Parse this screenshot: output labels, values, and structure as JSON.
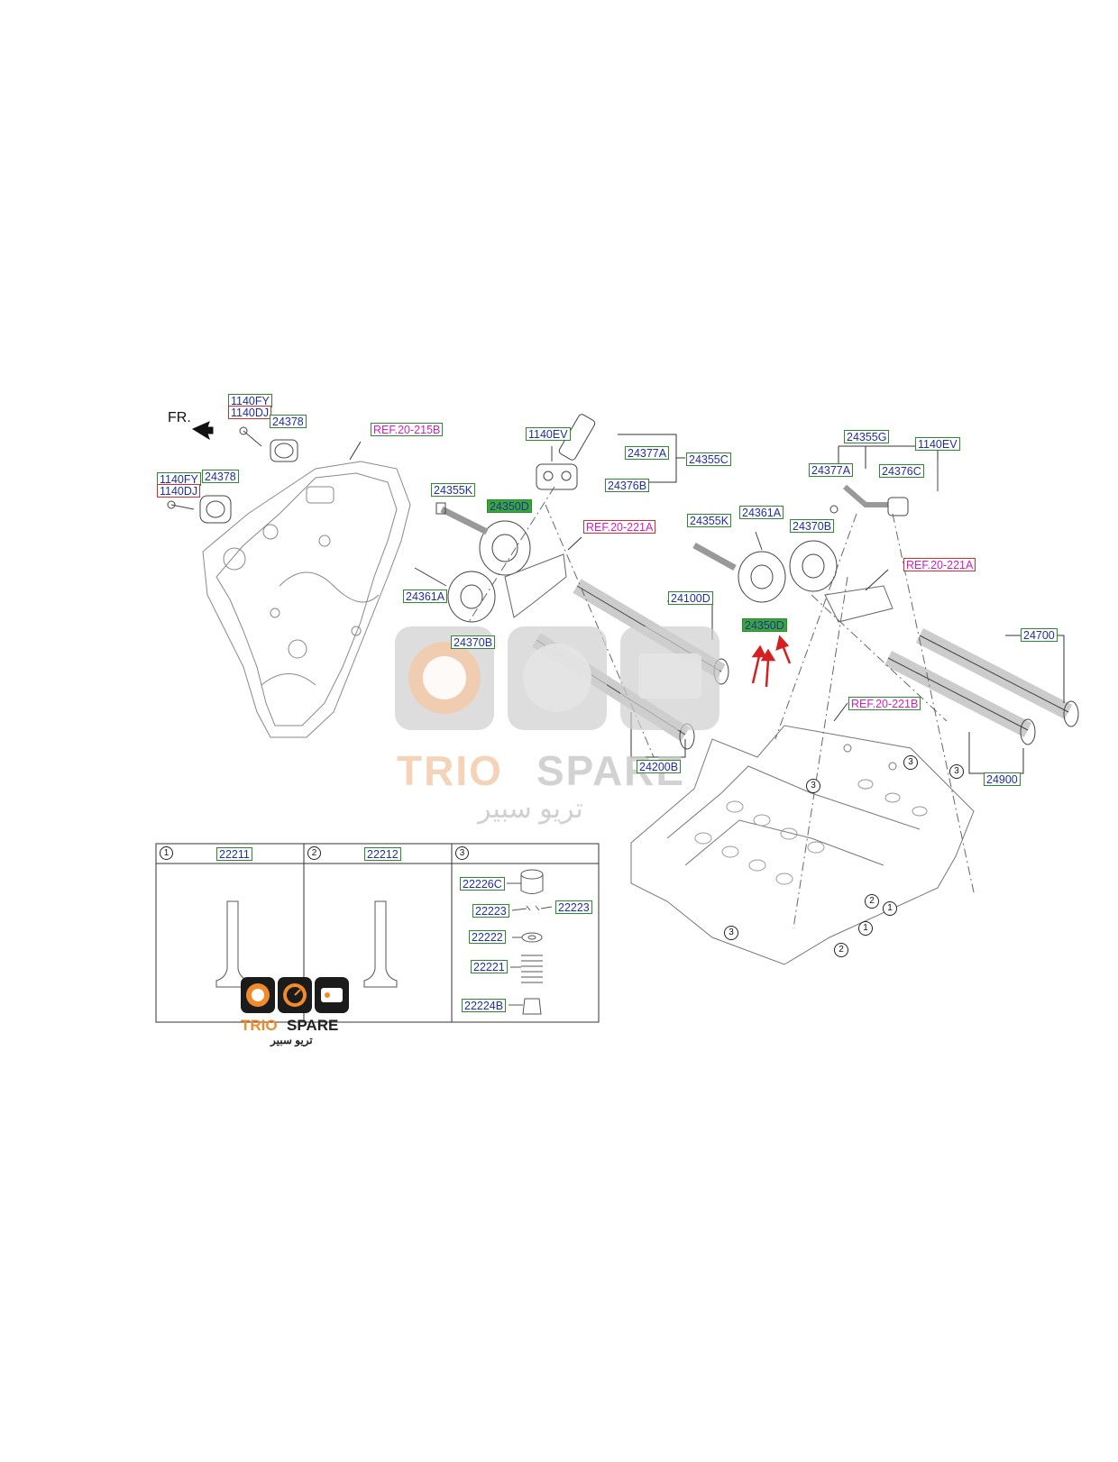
{
  "diagram": {
    "fr_label": "FR.",
    "part_labels": [
      {
        "text": "1140FY",
        "style": "green"
      },
      {
        "text": "1140DJ",
        "style": "red"
      },
      {
        "text": "24378",
        "style": "green"
      },
      {
        "text": "1140FY",
        "style": "green"
      },
      {
        "text": "1140DJ",
        "style": "red"
      },
      {
        "text": "24378",
        "style": "green"
      },
      {
        "text": "1140EV",
        "style": "green"
      },
      {
        "text": "24377A",
        "style": "green"
      },
      {
        "text": "24355C",
        "style": "green"
      },
      {
        "text": "24376B",
        "style": "green"
      },
      {
        "text": "24355K",
        "style": "green"
      },
      {
        "text": "24350D",
        "style": "fill"
      },
      {
        "text": "24361A",
        "style": "green"
      },
      {
        "text": "24370B",
        "style": "green"
      },
      {
        "text": "24355G",
        "style": "green"
      },
      {
        "text": "1140EV",
        "style": "green"
      },
      {
        "text": "24377A",
        "style": "green"
      },
      {
        "text": "24376C",
        "style": "green"
      },
      {
        "text": "24355K",
        "style": "green"
      },
      {
        "text": "24361A",
        "style": "green"
      },
      {
        "text": "24370B",
        "style": "green"
      },
      {
        "text": "24100D",
        "style": "green"
      },
      {
        "text": "24350D",
        "style": "fill"
      },
      {
        "text": "24700",
        "style": "green"
      },
      {
        "text": "24200B",
        "style": "green"
      },
      {
        "text": "24900",
        "style": "green"
      }
    ],
    "ref_labels": [
      {
        "text": "REF.20-215B",
        "style": "green"
      },
      {
        "text": "REF.20-221A",
        "style": "red"
      },
      {
        "text": "REF.20-221A",
        "style": "red"
      },
      {
        "text": "REF.20-221B",
        "style": "green"
      }
    ],
    "callouts": [
      "3",
      "3",
      "3",
      "2",
      "1",
      "1",
      "3",
      "2"
    ]
  },
  "table": {
    "columns": [
      {
        "num": "1",
        "part": "22211"
      },
      {
        "num": "2",
        "part": "22212"
      },
      {
        "num": "3",
        "parts": [
          "22226C",
          "22223",
          "22223",
          "22222",
          "22221",
          "22224B"
        ]
      }
    ]
  },
  "watermark": {
    "brand_left": "TRIO",
    "brand_right": "SPARE",
    "arabic": "تريو سبير"
  },
  "logo": {
    "brand_left": "TRIO",
    "brand_right": "SPARE",
    "arabic": "تريو سبير"
  },
  "colors": {
    "label_text": "#1f2f9e",
    "label_border": "#2e8a2e",
    "label_red_border": "#d23030",
    "ref_text": "#d21ec0",
    "highlight_fill": "#3aa53a",
    "arrow_red": "#d42020",
    "logo_orange": "#f08a2a"
  }
}
